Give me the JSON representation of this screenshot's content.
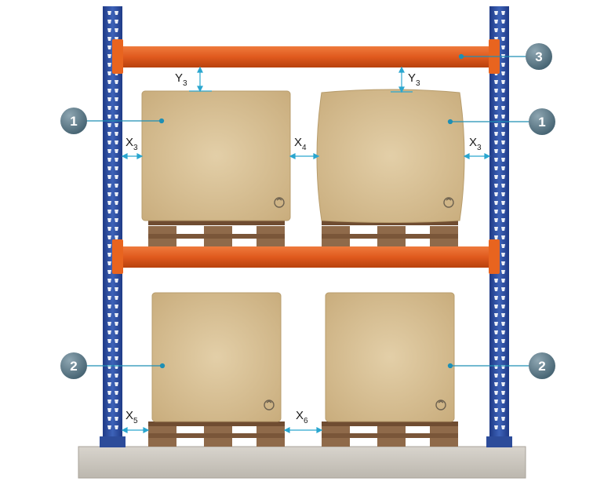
{
  "colors": {
    "upright": "#2f4f9f",
    "upright_dark": "#1d3474",
    "beam": "#e05a1e",
    "beam_dark": "#b8410d",
    "carton": "#d9c39a",
    "carton_edge": "#b89d6d",
    "pallet": "#8f6a4a",
    "floor": "#cfcbc4",
    "callout": "#5b7a8a",
    "leader": "#1e8fb5",
    "gap_arrow": "#2aa6cf"
  },
  "callouts": [
    {
      "number": "1",
      "target": "upper-left-load"
    },
    {
      "number": "1",
      "target": "upper-right-load"
    },
    {
      "number": "2",
      "target": "lower-left-load"
    },
    {
      "number": "2",
      "target": "lower-right-load"
    },
    {
      "number": "3",
      "target": "upper-beam"
    }
  ],
  "gaps": [
    {
      "letter": "Y",
      "index": "3"
    },
    {
      "letter": "Y",
      "index": "3"
    },
    {
      "letter": "X",
      "index": "3"
    },
    {
      "letter": "X",
      "index": "4"
    },
    {
      "letter": "X",
      "index": "3"
    },
    {
      "letter": "X",
      "index": "5"
    },
    {
      "letter": "X",
      "index": "6"
    }
  ],
  "icons": [
    "recycle-icon"
  ]
}
